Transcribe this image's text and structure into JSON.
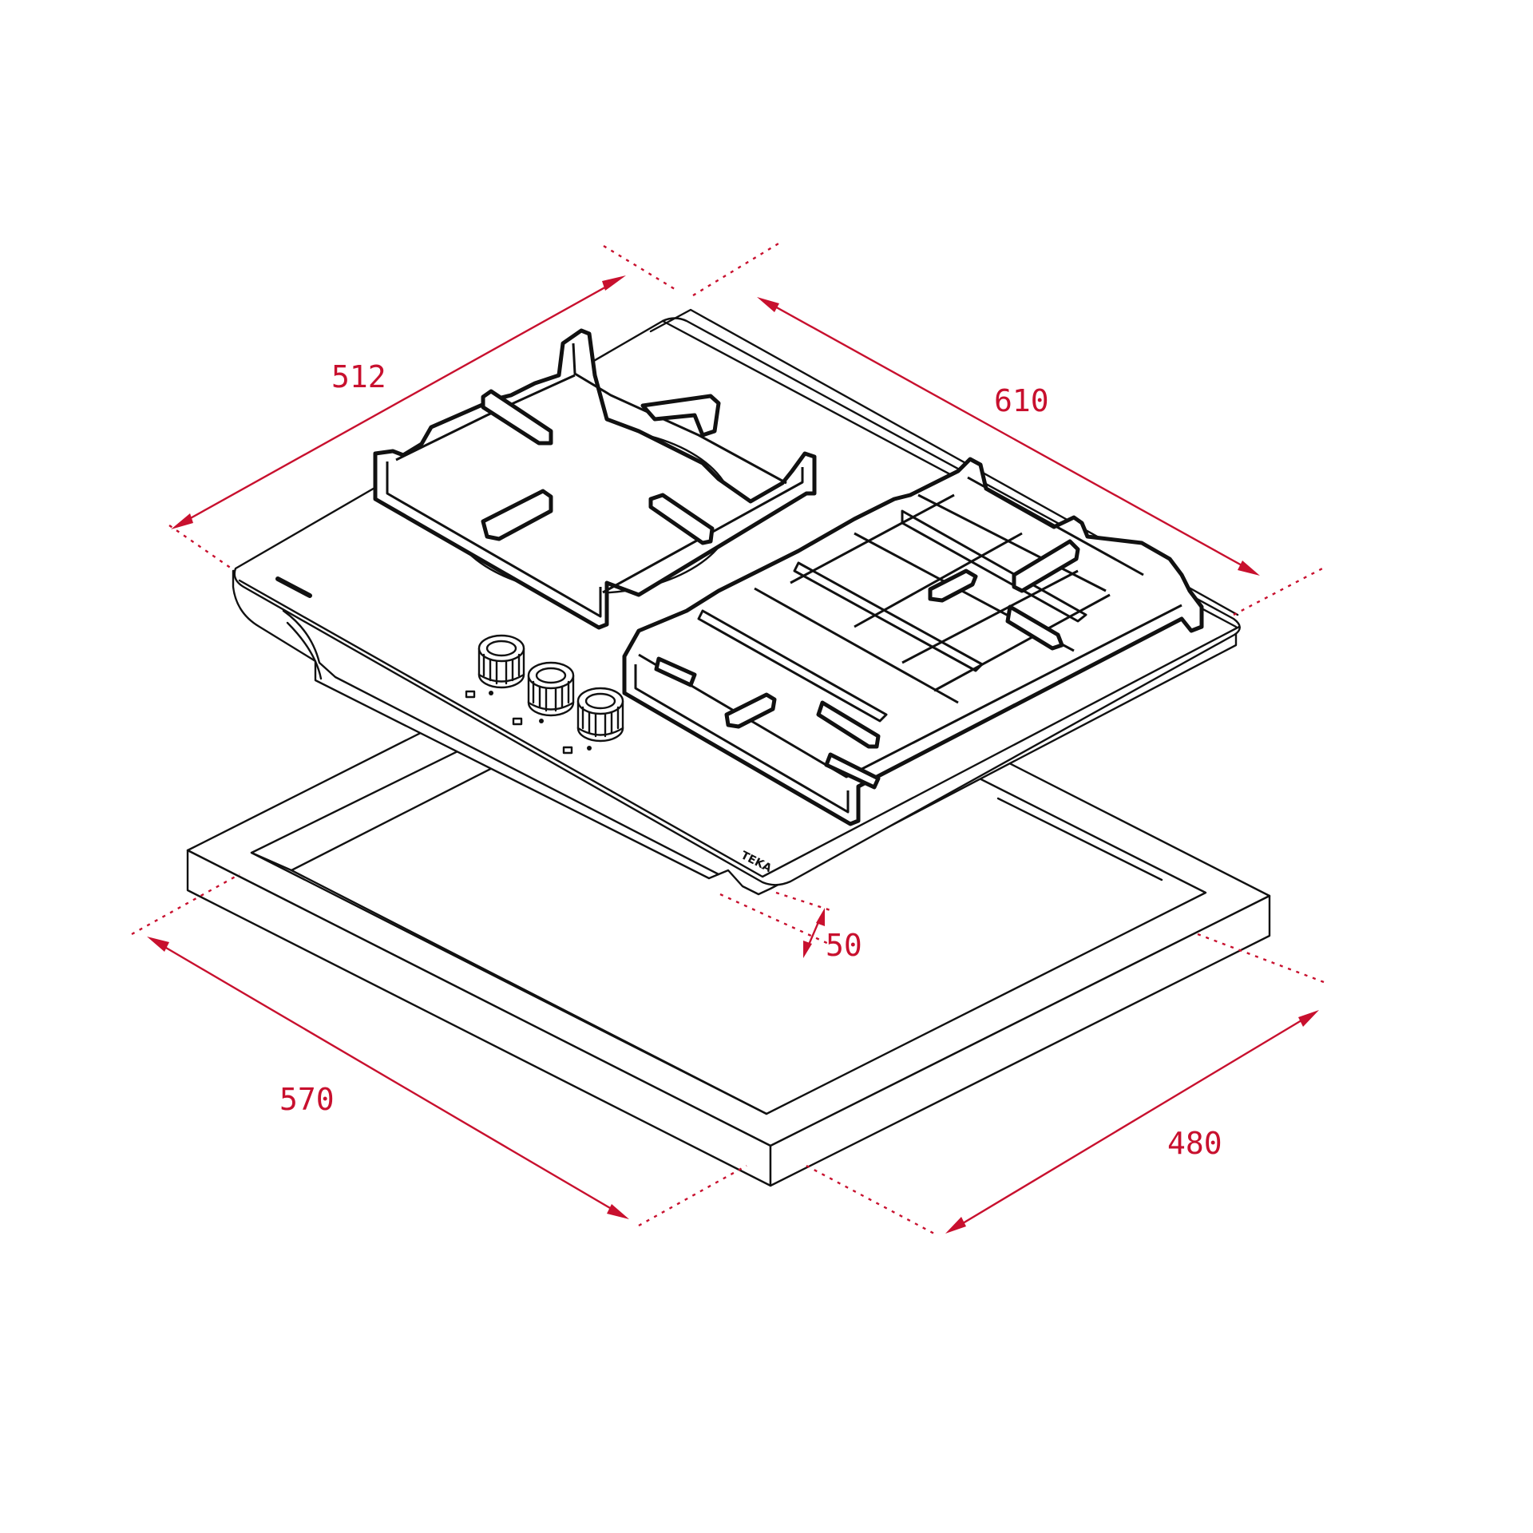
{
  "colors": {
    "dimension": "#c8102e",
    "outline": "#111111",
    "background": "#ffffff"
  },
  "dimensions": {
    "depth_top": "512",
    "width_top": "610",
    "height": "50",
    "cutout_width": "570",
    "cutout_depth": "480"
  },
  "logo_text": "TEKA"
}
